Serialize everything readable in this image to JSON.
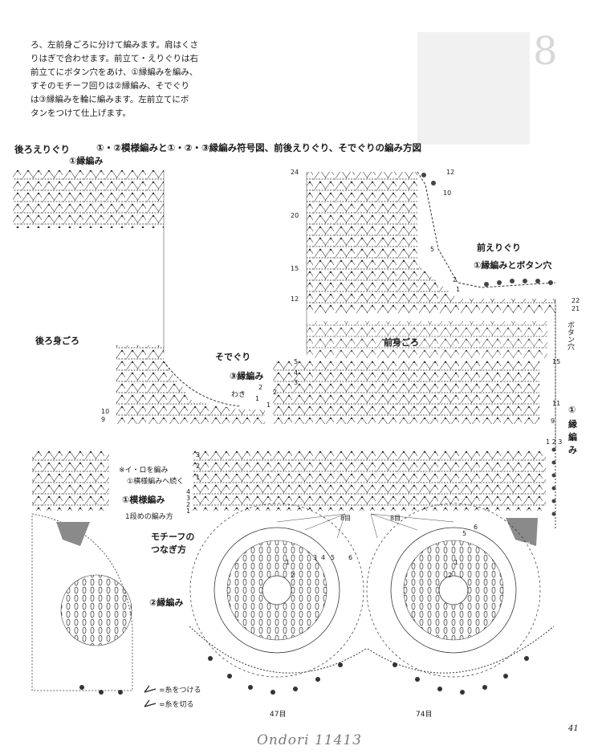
{
  "intro": {
    "lines": [
      "ろ、左前身ごろに分けて編みます。肩はくさ",
      "りはぎで合わせます。前立て・えりぐりは右",
      "前立てにボタン穴をあけ、①縁編みを編み、",
      "すそのモチーフ回りは②縁編み、そでぐり",
      "は③縁編みを輪に編みます。左前立てにボ",
      "タンをつけて仕上げます。"
    ]
  },
  "header": {
    "back_neck": "後ろえりぐり",
    "title": "①・②模様編みと①・②・③縁編み符号図、前後えりぐり、そでぐりの編み方図"
  },
  "labels": {
    "edging1_top": "①縁編み",
    "back_body": "後ろ身ごろ",
    "armhole": "そでぐり",
    "edging3": "③縁編み",
    "side": "わき",
    "front_body": "前身ごろ",
    "front_neck": "前えりぐり",
    "edging1_button": "①縁編みとボタン穴",
    "button_hole": "ボタン穴",
    "edging1_right_a": "①",
    "edging1_right_b": "縁",
    "edging1_right_c": "編",
    "edging1_right_d": "み",
    "note_a": "※イ・ロを編み",
    "note_b": "①横様編みへ続く",
    "pattern1": "①模様編み",
    "first_row": "1段めの編み方",
    "motif_join_a": "モチーフの",
    "motif_join_b": "つなぎ方",
    "edging2": "②縁編み",
    "legend_attach": "=糸をつける",
    "legend_cut": "=糸を切る",
    "count_47": "47目",
    "count_74": "74目",
    "count_8a": "8目",
    "count_8b": "8目",
    "i_mark": "イ",
    "ro_mark": "ロ"
  },
  "row_numbers": {
    "front_left": [
      "24",
      "20",
      "15",
      "12",
      "5",
      "4",
      "3",
      "2",
      "1"
    ],
    "front_right": [
      "12",
      "10",
      "5",
      "2",
      "1",
      "22",
      "21",
      "15",
      "11",
      "9"
    ],
    "back_left": [
      "10",
      "9"
    ],
    "pattern_left": [
      "3",
      "2",
      "1",
      "4",
      "3",
      "2",
      "1"
    ],
    "edge_123": "1 2 3",
    "arm_2": "2",
    "arm_1": "1",
    "motif_nums": [
      "3",
      "4",
      "5",
      "6",
      "1",
      "2",
      "5",
      "6",
      "2",
      "1"
    ]
  },
  "footer": {
    "watermark": "Ondori 11413",
    "page": "41",
    "corner_digit": "8"
  }
}
